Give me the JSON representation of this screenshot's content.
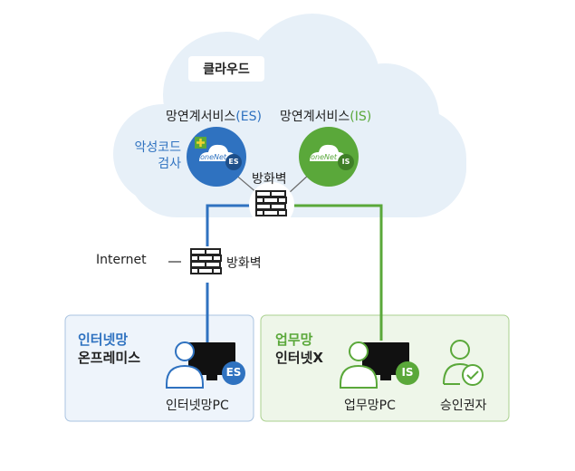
{
  "cloud": {
    "title": "클라우드",
    "service_es": {
      "prefix": "망연계서비스",
      "suffix": "(ES)"
    },
    "service_is": {
      "prefix": "망연계서비스",
      "suffix": "(IS)"
    },
    "logo_es_text": "i-oneNet",
    "logo_es_badge": "ES",
    "logo_is_text": "i-oneNet",
    "logo_is_badge": "IS",
    "malware_check": [
      "악성코드",
      "검사"
    ],
    "firewall_label": "방화벽"
  },
  "internet": {
    "label": "Internet",
    "firewall_label": "방화벽"
  },
  "left_zone": {
    "title_line1": "인터넷망",
    "title_line2": "온프레미스",
    "pc_label": "인터넷망PC",
    "badge": "ES"
  },
  "right_zone": {
    "title_line1": "업무망",
    "title_line2": "인터넷X",
    "pc_label": "업무망PC",
    "badge": "IS",
    "approver_label": "승인권자"
  },
  "colors": {
    "blue": "#2f72c0",
    "green": "#5aa83a",
    "cloud_fill": "#e7f0f8",
    "left_zone_fill": "#eef4fb",
    "right_zone_fill": "#eef6e9"
  }
}
